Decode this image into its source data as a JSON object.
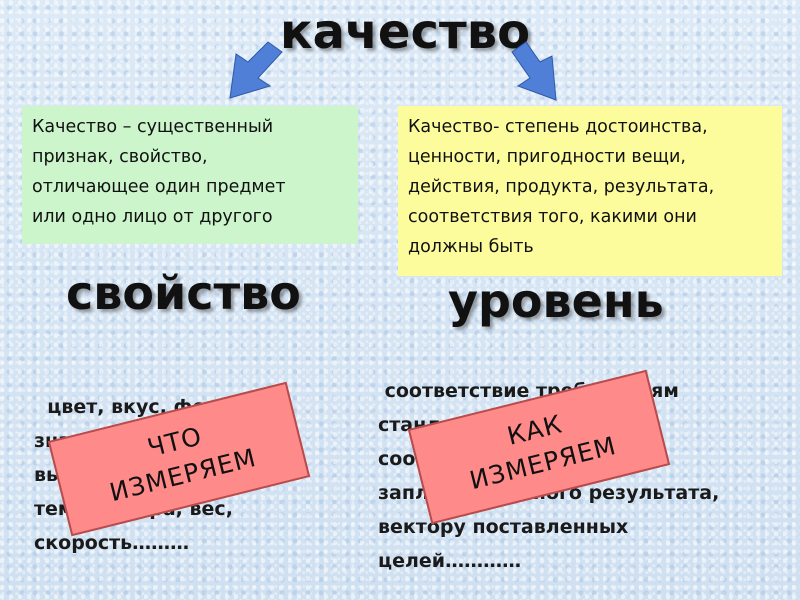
{
  "title": "качество",
  "definitions": {
    "left": {
      "lines": [
        "Качество – существенный",
        "признак, свойство,",
        "отличающее один предмет",
        "или одно лицо от другого"
      ],
      "bg": "#ccf5cc"
    },
    "right": {
      "lines": [
        "Качество- степень достоинства,",
        "ценности, пригодности вещи,",
        "действия, продукта, результата,",
        "соответствия того,  какими они",
        "должны быть"
      ],
      "bg": "#fcfc9c"
    }
  },
  "headings": {
    "property": "свойство",
    "level": "уровень"
  },
  "property_text": {
    "lines": [
      "  цвет, вкус, форма,",
      "значения",
      "высота,",
      "температура, вес,",
      "скорость………"
    ]
  },
  "level_text": {
    "lines": [
      " соответствие требованиям",
      "стандарта,",
      "соответствие",
      "запланированного результата,",
      "вектору поставленных",
      "целей…………"
    ]
  },
  "stamps": {
    "left": {
      "lines": [
        "ЧТО",
        "ИЗМЕРЯЕМ"
      ]
    },
    "right": {
      "lines": [
        "КАК",
        "ИЗМЕРЯЕМ"
      ]
    }
  },
  "colors": {
    "arrow": "#4f7fd6",
    "stamp": "#ff8a8a"
  },
  "icons": {
    "left_arrow": "arrow-down-left-icon",
    "right_arrow": "arrow-down-right-icon"
  }
}
